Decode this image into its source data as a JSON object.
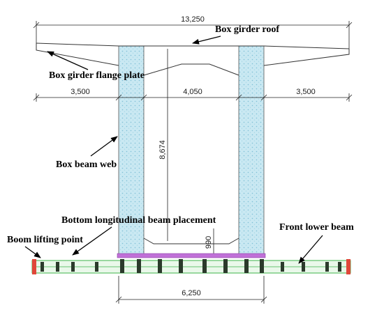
{
  "dimensions": {
    "overall_width": "13,250",
    "left_flange": "3,500",
    "inner_width": "4,050",
    "right_flange": "3,500",
    "height": "8,674",
    "bottom_gap": "990",
    "bottom_width": "6,250"
  },
  "labels": {
    "roof": "Box girder roof",
    "flange": "Box girder flange plate",
    "web": "Box beam web",
    "bottom_beam": "Bottom longitudinal beam placement",
    "boom": "Boom lifting point",
    "front_beam": "Front lower beam"
  },
  "colors": {
    "web_fill": "#bfe3ee",
    "purple_beam": "#c070d8",
    "green_beam": "#3cb34a",
    "red_beam": "#e0473a",
    "dark_beam": "#2b3a2b"
  }
}
